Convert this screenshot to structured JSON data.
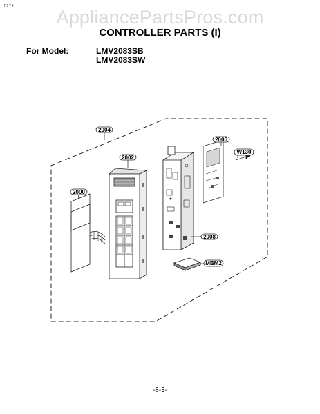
{
  "header": {
    "corner_mark": "RIT#",
    "watermark": "AppliancePartsPros.com",
    "title": "CONTROLLER PARTS (I)"
  },
  "models": {
    "label": "For Model:",
    "model_1": "LMV2083SB",
    "model_2": "LMV2083SW"
  },
  "callouts": {
    "c2004": "2004",
    "c2002": "2002",
    "c2006": "2006",
    "cW130": "W130",
    "c2000": "2000",
    "c2008": "2008",
    "cMBM2": "MBM2"
  },
  "footer": {
    "page_number": "-8-3-"
  }
}
